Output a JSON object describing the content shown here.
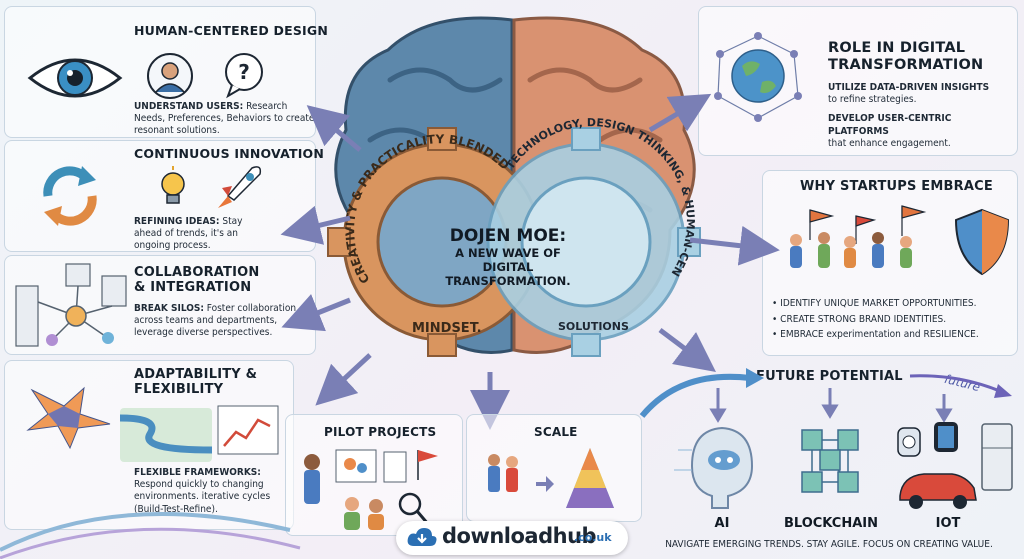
{
  "center": {
    "line1": "DOJEN MOE:",
    "line2": "A NEW WAVE OF",
    "line3": "DIGITAL",
    "line4": "TRANSFORMATION.",
    "left_gear_arc": "CREATIVITY & PRACTICALITY BLENDED",
    "left_gear_bottom": "MINDSET.",
    "right_gear_arc": "TECHNOLOGY, DESIGN THINKING, & HUMAN-CENTRIC",
    "right_gear_bottom": "SOLUTIONS"
  },
  "human_centered": {
    "title": "HUMAN-CENTERED DESIGN",
    "lead": "UNDERSTAND USERS:",
    "text": "Research Needs, Preferences, Behaviors to create resonant solutions."
  },
  "innovation": {
    "title": "CONTINUOUS INNOVATION",
    "lead": "REFINING IDEAS:",
    "text": "Stay ahead of trends, it's an ongoing process."
  },
  "collaboration": {
    "title_line1": "COLLABORATION",
    "title_line2": "& INTEGRATION",
    "lead": "BREAK SILOS:",
    "text": "Foster collaboration across teams and departments, leverage diverse perspectives."
  },
  "adaptability": {
    "title_line1": "ADAPTABILITY &",
    "title_line2": "FLEXIBILITY",
    "lead": "FLEXIBLE FRAMEWORKS:",
    "text": "Respond quickly to changing environments. iterative cycles (Build-Test-Refine)."
  },
  "role": {
    "title_line1": "ROLE IN DIGITAL",
    "title_line2": "TRANSFORMATION",
    "point1": "UTILIZE DATA-DRIVEN INSIGHTS",
    "point1b": "to refine strategies.",
    "point2": "DEVELOP USER-CENTRIC PLATFORMS",
    "point2b": "that enhance engagement."
  },
  "startups": {
    "title": "WHY STARTUPS EMBRACE",
    "bullets": [
      "• IDENTIFY UNIQUE MARKET OPPORTUNITIES.",
      "• CREATE STRONG BRAND IDENTITIES.",
      "• EMBRACE experimentation and RESILIENCE."
    ]
  },
  "pilot": {
    "title": "PILOT PROJECTS"
  },
  "scale": {
    "title": "SCALE"
  },
  "future": {
    "title": "FUTURE POTENTIAL",
    "arrow_label": "future",
    "items": [
      "AI",
      "BLOCKCHAIN",
      "IOT"
    ],
    "tagline": "NAVIGATE EMERGING TRENDS. STAY AGILE. FOCUS ON CREATING VALUE."
  },
  "logo": {
    "brand": "downloadhub",
    "tld": ".co.uk"
  },
  "colors": {
    "brain_left": "#5a86a8",
    "brain_right": "#d98d6c",
    "gear_orange": "#d9955f",
    "gear_blue": "#9cc6dd",
    "arrow": "#7a7fb5",
    "logo_blue": "#2b6fb3"
  }
}
